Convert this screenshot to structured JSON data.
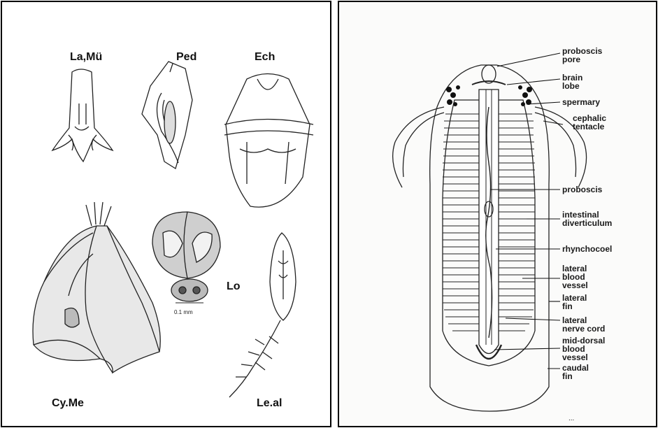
{
  "left_panel": {
    "labels": {
      "la_mu": "La,Mü",
      "ped": "Ped",
      "ech": "Ech",
      "lo": "Lo",
      "cy_me": "Cy.Me",
      "le_al": "Le.al",
      "scale": "0.1 mm"
    }
  },
  "right_panel": {
    "annotations": {
      "proboscis_pore": "proboscis\npore",
      "brain_lobe": "brain\nlobe",
      "spermary": "spermary",
      "cephalic_tentacle": "cephalic\ntentacle",
      "proboscis": "proboscis",
      "intestinal_diverticulum": "intestinal\ndiverticulum",
      "rhynchocoel": "rhynchocoel",
      "lateral_blood_vessel": "lateral\nblood\nvessel",
      "lateral_fin": "lateral\nfin",
      "lateral_nerve_cord": "lateral\nnerve cord",
      "mid_dorsal_blood_vessel": "mid-dorsal\nblood\nvessel",
      "caudal_fin": "caudal\nfin"
    },
    "footer_mark": "..."
  }
}
